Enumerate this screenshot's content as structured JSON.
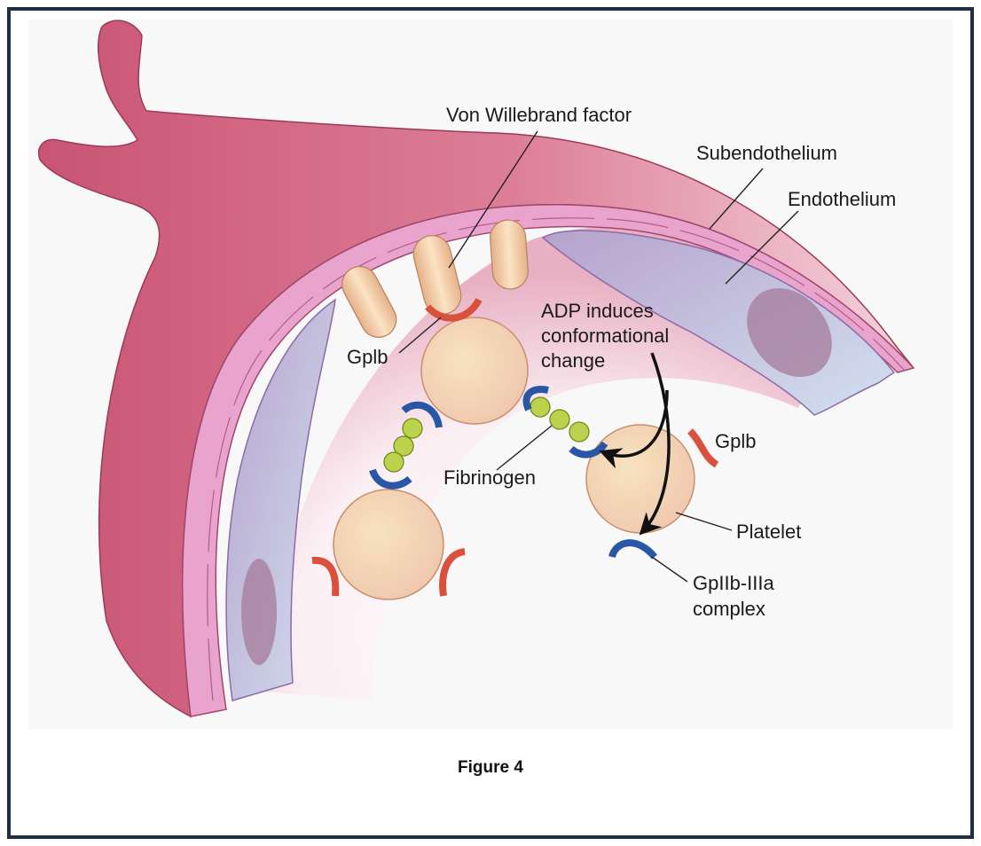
{
  "labels": {
    "vwf": "Von Willebrand factor",
    "subendothelium": "Subendothelium",
    "endothelium": "Endothelium",
    "adp_line1": "ADP induces",
    "adp_line2": "conformational",
    "adp_line3": "change",
    "gplb_left": "Gplb",
    "gplb_right": "Gplb",
    "fibrinogen": "Fibrinogen",
    "platelet": "Platelet",
    "gpiib_line1": "GpIIb-IIIa",
    "gpiib_line2": "complex"
  },
  "caption": "Figure 4",
  "colors": {
    "frame": "#1f2d46",
    "subendothelium": "#d4607c",
    "endothelium_wall": "#e59ac6",
    "endothelium_cell": "#c3b4d6",
    "platelet": "#f3d2b0",
    "gplb_receptor": "#d9513d",
    "gpiib_receptor": "#2a57a5",
    "fibrinogen": "#b9cf4a",
    "vwf": "#f1c79c"
  }
}
